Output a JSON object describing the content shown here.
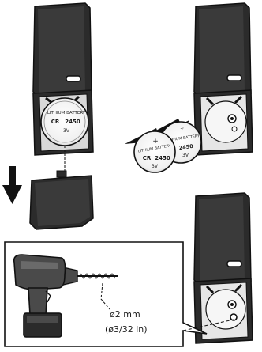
{
  "battery": {
    "brand": "LITHIUM BATTERY",
    "model_prefix": "CR",
    "model_number": "2450",
    "voltage": "3V"
  },
  "drill": {
    "size_metric": "ø2 mm",
    "size_imperial": "(ø3/32 in)"
  },
  "colors": {
    "housing": "#2b2b2b",
    "ink": "#1a1a1a",
    "drill_body": "#4a4a4a",
    "background": "#ffffff"
  },
  "icons": [
    "battery-remove-arrow",
    "cover-down-arrow",
    "drill-icon",
    "battery-icon"
  ]
}
